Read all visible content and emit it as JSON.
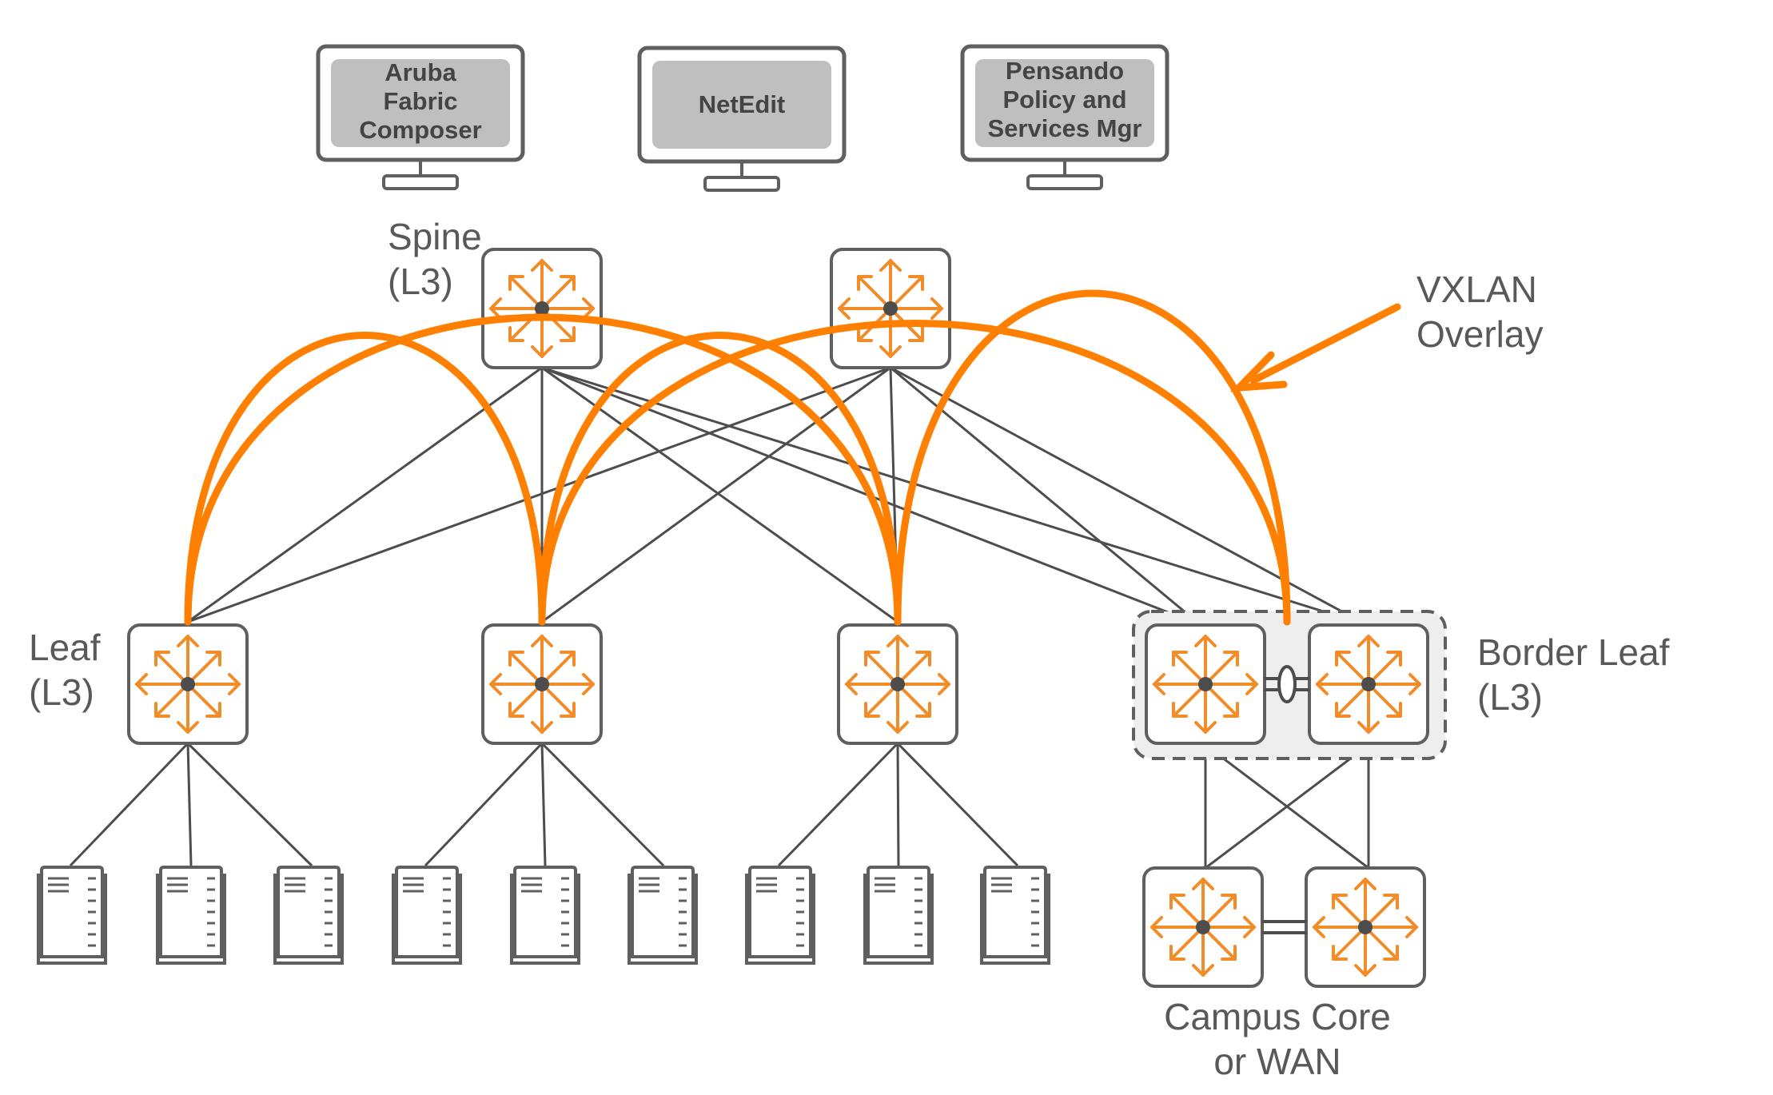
{
  "colors": {
    "overlay": "#FF7F00",
    "switch_icon": "#F28C28",
    "link": "#4D4D4D",
    "outline": "#5F5F5F",
    "screen": "#BFBFBF",
    "label": "#595959"
  },
  "monitors": [
    {
      "lines": [
        "Aruba",
        "Fabric",
        "Composer"
      ]
    },
    {
      "lines": [
        "NetEdit"
      ]
    },
    {
      "lines": [
        "Pensando",
        "Policy and",
        "Services Mgr"
      ]
    }
  ],
  "labels": {
    "spine": [
      "Spine",
      "(L3)"
    ],
    "leaf": [
      "Leaf",
      "(L3)"
    ],
    "border_leaf": [
      "Border Leaf",
      "(L3)"
    ],
    "vxlan": [
      "VXLAN",
      "Overlay"
    ],
    "campus": [
      "Campus Core",
      "or WAN"
    ]
  },
  "icons": {
    "monitor": "monitor-icon",
    "switch": "switch-arrows-icon",
    "server": "server-icon",
    "lag": "lag-oval-icon"
  }
}
